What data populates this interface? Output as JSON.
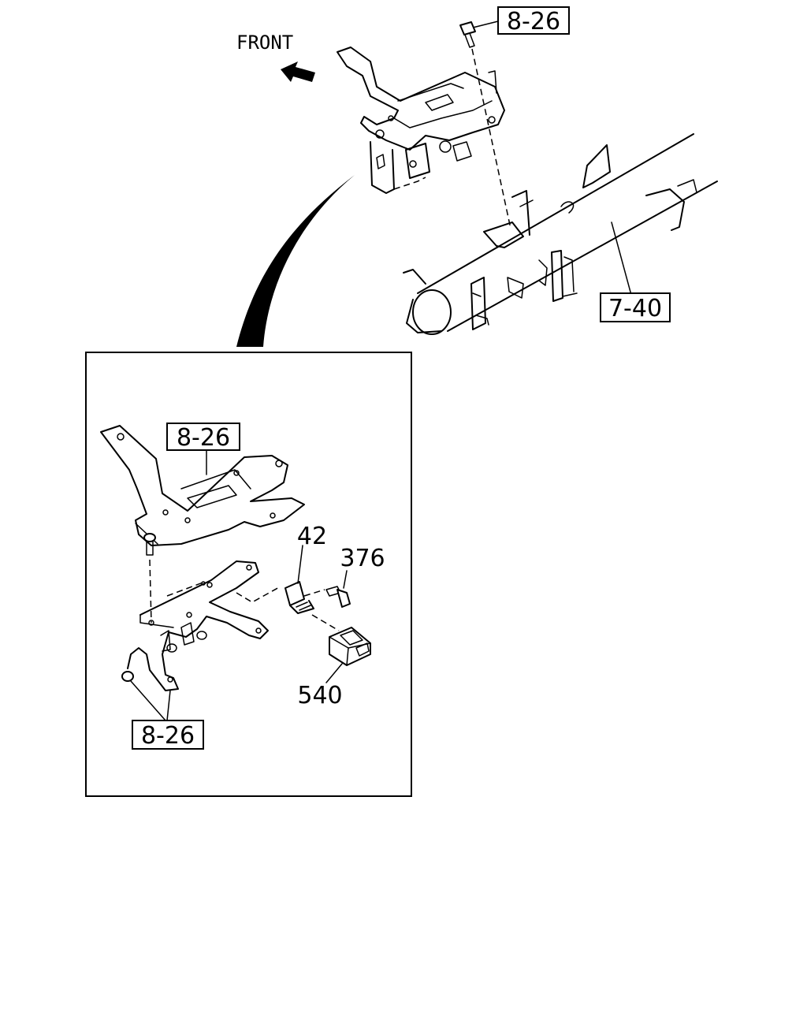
{
  "orientation": {
    "label": "FRONT"
  },
  "callouts": {
    "top_bolt_ref": "8-26",
    "crossmember_ref": "7-40",
    "detail_bracket_ref": "8-26",
    "detail_bottom_ref": "8-26"
  },
  "parts": {
    "p42": "42",
    "p376": "376",
    "p540": "540"
  }
}
